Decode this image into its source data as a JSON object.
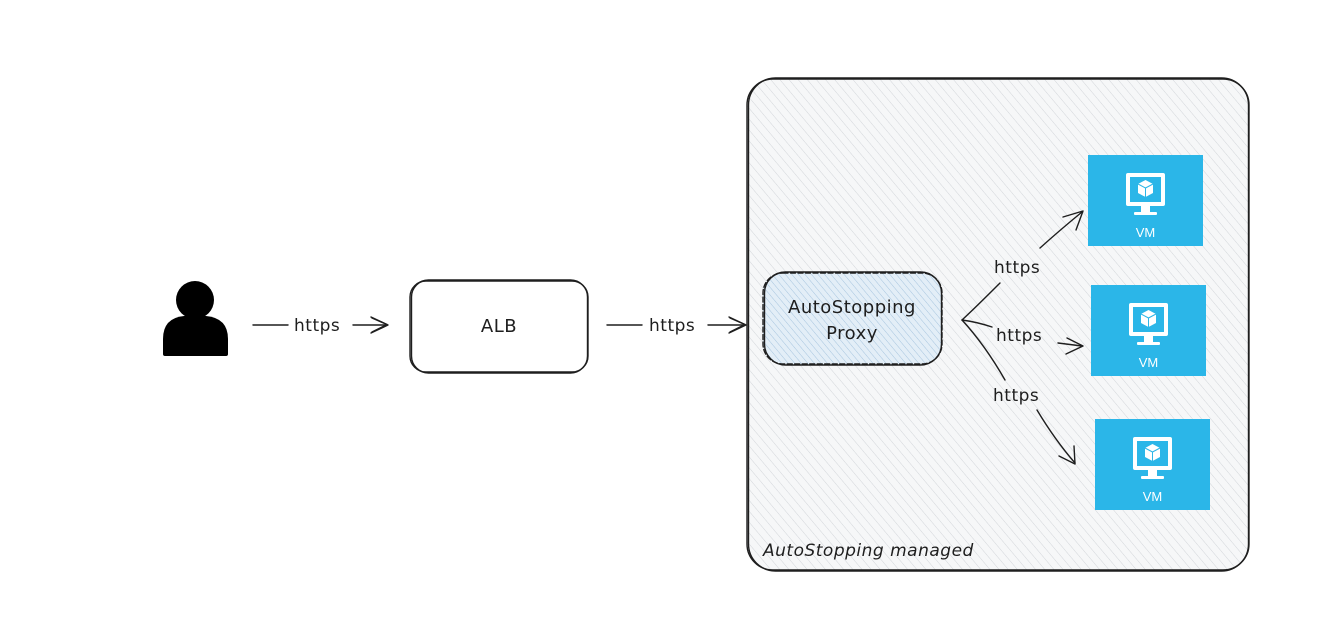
{
  "colors": {
    "stroke": "#1e1e1e",
    "vm_fill": "#2bb6e8",
    "proxy_fill": "#d6e6f2",
    "group_fill": "#f6f7f8"
  },
  "user": {
    "icon": "user-icon"
  },
  "alb": {
    "label": "ALB"
  },
  "proxy": {
    "line1": "AutoStopping",
    "line2": "Proxy"
  },
  "group": {
    "label": "AutoStopping managed"
  },
  "edges": {
    "user_to_alb": "https",
    "alb_to_proxy": "https",
    "proxy_to_vm1": "https",
    "proxy_to_vm2": "https",
    "proxy_to_vm3": "https"
  },
  "vms": [
    {
      "label": "VM",
      "icon": "monitor-cube-icon"
    },
    {
      "label": "VM",
      "icon": "monitor-cube-icon"
    },
    {
      "label": "VM",
      "icon": "monitor-cube-icon"
    }
  ]
}
